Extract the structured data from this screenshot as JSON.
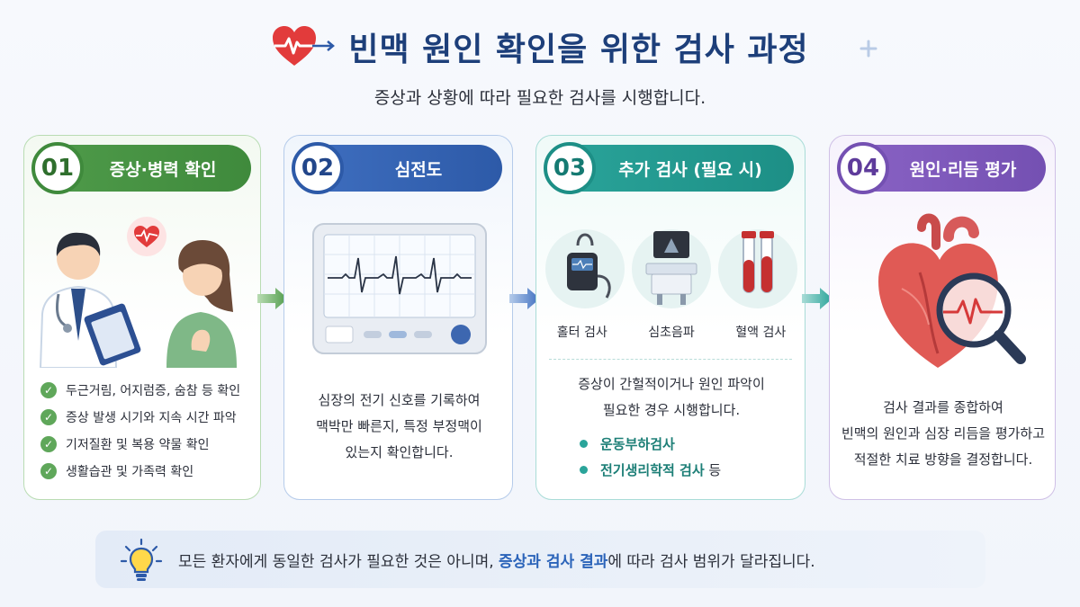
{
  "title": "빈맥 원인 확인을 위한 검사 과정",
  "subtitle": "증상과 상황에 따라 필요한 검사를 시행합니다.",
  "steps": [
    {
      "number": "01",
      "label": "증상·병력 확인",
      "items": [
        "두근거림, 어지럼증, 숨참 등 확인",
        "증상 발생 시기와 지속 시간 파악",
        "기저질환 및 복용 약물 확인",
        "생활습관 및 가족력 확인"
      ]
    },
    {
      "number": "02",
      "label": "심전도",
      "desc": [
        "심장의 전기 신호를 기록하여",
        "맥박만 빠른지, 특정 부정맥이",
        "있는지 확인합니다."
      ]
    },
    {
      "number": "03",
      "label": "추가 검사 (필요 시)",
      "tests": [
        "홀터 검사",
        "심초음파",
        "혈액 검사"
      ],
      "desc": [
        "증상이 간헐적이거나 원인 파악이",
        "필요한 경우 시행합니다."
      ],
      "bullets": [
        {
          "highlight": "운동부하검사",
          "rest": ""
        },
        {
          "highlight": "전기생리학적 검사",
          "rest": " 등"
        }
      ]
    },
    {
      "number": "04",
      "label": "원인·리듬 평가",
      "desc": [
        "검사 결과를 종합하여",
        "빈맥의 원인과 심장 리듬을 평가하고",
        "적절한 치료 방향을 결정합니다."
      ]
    }
  ],
  "banner": {
    "before": "모든 환자에게 동일한 검사가 필요한 것은 아니며, ",
    "highlight": "증상과 검사 결과",
    "after": "에 따라 검사 범위가 달라집니다."
  },
  "icons": [
    "heart-pulse-icon",
    "plus-icon",
    "check-icon",
    "arrow-right-icon",
    "lightbulb-icon",
    "magnifier-icon"
  ],
  "colors": {
    "step1": "#3f8a3c",
    "step2": "#2d5aa8",
    "step3": "#1d8f86",
    "step4": "#7450b2",
    "title": "#1d3f7a",
    "highlight": "#2a63b9"
  }
}
